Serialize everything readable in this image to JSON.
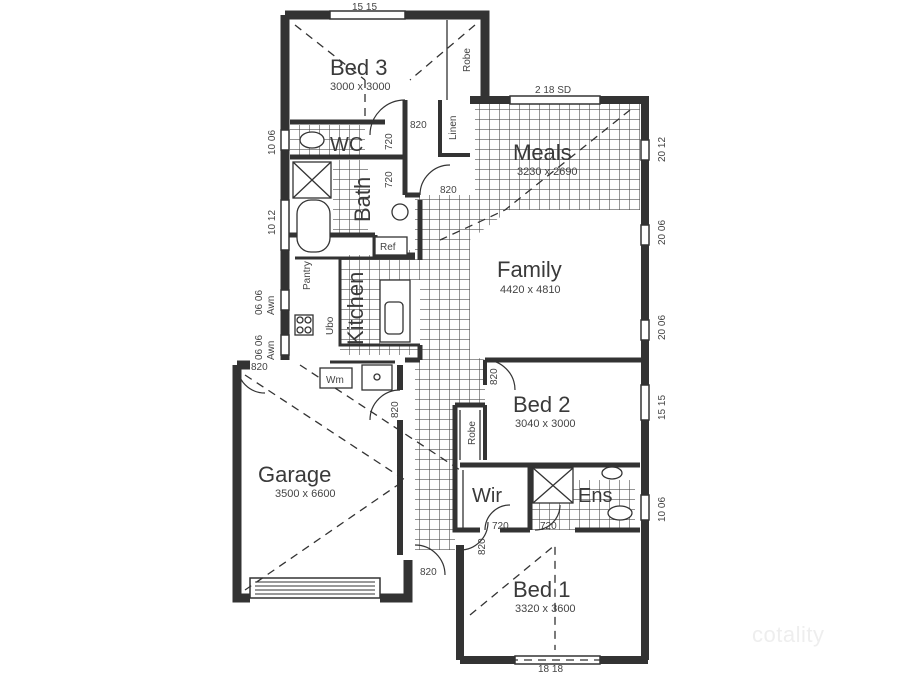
{
  "plan": {
    "rooms": [
      {
        "name": "Bed 3",
        "size": "3000 x 3000"
      },
      {
        "name": "Meals",
        "size": "3230 x 2690"
      },
      {
        "name": "Family",
        "size": "4420 x 4810"
      },
      {
        "name": "Bed 2",
        "size": "3040 x 3000"
      },
      {
        "name": "Garage",
        "size": "3500 x 6600"
      },
      {
        "name": "Bed 1",
        "size": "3320 x 3600"
      }
    ],
    "small_rooms": {
      "wc": "WC",
      "bath": "Bath",
      "kitchen": "Kitchen",
      "wir": "Wir",
      "ens": "Ens",
      "robe_bed3": "Robe",
      "robe_bed2": "Robe",
      "linen": "Linen",
      "pantry": "Pantry",
      "ref": "Ref",
      "ubo": "Ubo",
      "wm": "Wm"
    },
    "window_labels": {
      "bed3_top": "15 15",
      "meals_top": "2 18 SD",
      "meals_right": "20 12",
      "family_right_top": "20 06",
      "family_right_bottom": "20 06",
      "bed2_right": "15 15",
      "ens_right": "10 06",
      "bed1_bottom": "18 18",
      "wc_left": "10 06",
      "bath_left": "10 12",
      "kitchen_left_top": "06 06",
      "kitchen_left_top_type": "Awn",
      "kitchen_left_bottom": "06 06",
      "kitchen_left_bottom_type": "Awn"
    },
    "door_labels": {
      "bed3": "820",
      "wc": "720",
      "bath": "720",
      "hall": "820",
      "garage": "820",
      "laundry": "820",
      "bed2": "820",
      "wir": "720",
      "ens": "720",
      "bed1": "820",
      "entry": "820"
    }
  },
  "watermark": "cotality"
}
